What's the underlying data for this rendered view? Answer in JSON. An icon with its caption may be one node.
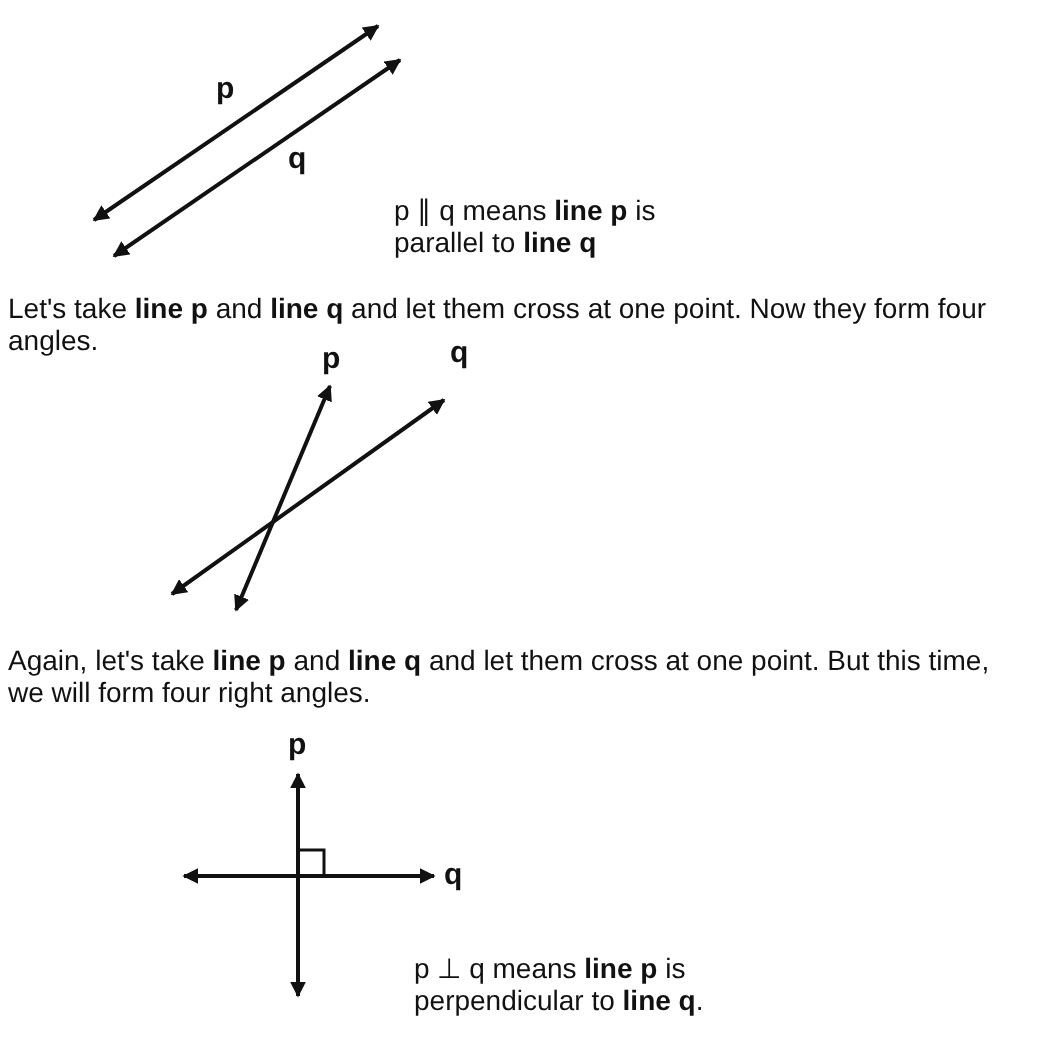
{
  "diagram": {
    "labels": [
      "p",
      "q",
      "p ∥ q means **line p** is parallel to **line q**",
      "Let's take **line p** and **line q** and let them cross at one point. Now they form four angles.",
      "p",
      "q",
      "Again, let's take **line p** and **line q** and let them cross at one point. But this time, we will form four right angles.",
      "p",
      "q",
      "p ⊥ q means **line p** is perpendicular to **line q**."
    ]
  }
}
